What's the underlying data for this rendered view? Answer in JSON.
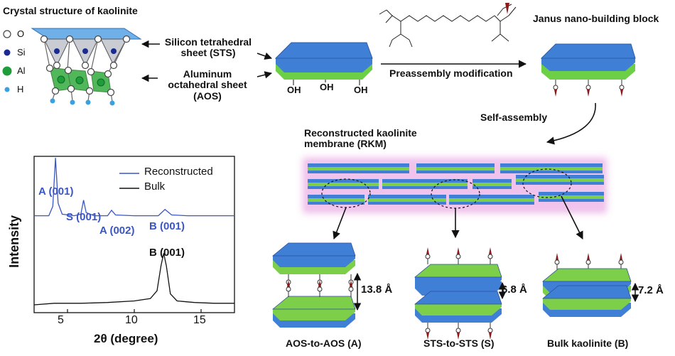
{
  "crystal": {
    "title": "Crystal structure of kaolinite",
    "legend": [
      {
        "label": "O",
        "color": "#ffffff"
      },
      {
        "label": "Si",
        "color": "#1b2a8f"
      },
      {
        "label": "Al",
        "color": "#1f9d3a"
      },
      {
        "label": "H",
        "color": "#3aa0e0"
      }
    ]
  },
  "sheets": {
    "sts": "Silicon tetrahedral sheet (STS)",
    "aos": "Aluminum octahedral sheet (AOS)",
    "oh_label": "OH"
  },
  "process": {
    "preassembly": "Preassembly modification",
    "janus": "Janus nano-building block",
    "self_assembly": "Self-assembly",
    "rkm": "Reconstructed kaolinite membrane (RKM)"
  },
  "stacks": [
    {
      "caption": "AOS-to-AOS (A)",
      "spacing": "13.8 Å"
    },
    {
      "caption": "STS-to-STS (S)",
      "spacing": "6.8 Å"
    },
    {
      "caption": "Bulk kaolinite (B)",
      "spacing": "7.2 Å"
    }
  ],
  "colors": {
    "sts": "#3f7fd6",
    "aos": "#7dcf4a",
    "membrane_glow": "#e08ad8",
    "reconstructed": "#3a56c4",
    "bulk": "#111111"
  },
  "chart_data": {
    "type": "line",
    "xlabel": "2θ (degree)",
    "ylabel": "Intensity",
    "xlim": [
      2.5,
      17.5
    ],
    "xticks": [
      5,
      10,
      15
    ],
    "x_tick_labels": [
      "5",
      "10",
      "15"
    ],
    "legend_position": "top-right",
    "series": [
      {
        "name": "Reconstructed",
        "color": "#3a56c4",
        "x": [
          2.5,
          3.6,
          3.9,
          4.1,
          4.3,
          4.6,
          5.5,
          6.0,
          6.2,
          6.4,
          7.0,
          8.0,
          8.3,
          8.6,
          10.0,
          11.8,
          12.3,
          12.8,
          14.0,
          17.5
        ],
        "y": [
          0.62,
          0.62,
          0.68,
          0.99,
          0.7,
          0.63,
          0.62,
          0.63,
          0.72,
          0.64,
          0.62,
          0.62,
          0.655,
          0.625,
          0.62,
          0.62,
          0.66,
          0.625,
          0.62,
          0.62
        ]
      },
      {
        "name": "Bulk",
        "color": "#111111",
        "x": [
          2.5,
          4.0,
          6.0,
          8.0,
          10.0,
          11.2,
          11.7,
          12.0,
          12.2,
          12.4,
          12.7,
          13.2,
          14.5,
          16.0,
          17.5
        ],
        "y": [
          0.05,
          0.06,
          0.06,
          0.065,
          0.075,
          0.09,
          0.14,
          0.3,
          0.38,
          0.3,
          0.12,
          0.075,
          0.065,
          0.06,
          0.06
        ]
      }
    ],
    "annotations": [
      {
        "text": "A (001)",
        "series": "Reconstructed"
      },
      {
        "text": "S (001)",
        "series": "Reconstructed"
      },
      {
        "text": "A (002)",
        "series": "Reconstructed"
      },
      {
        "text": "B (001)",
        "series": "Reconstructed"
      },
      {
        "text": "B (001)",
        "series": "Bulk"
      }
    ]
  }
}
